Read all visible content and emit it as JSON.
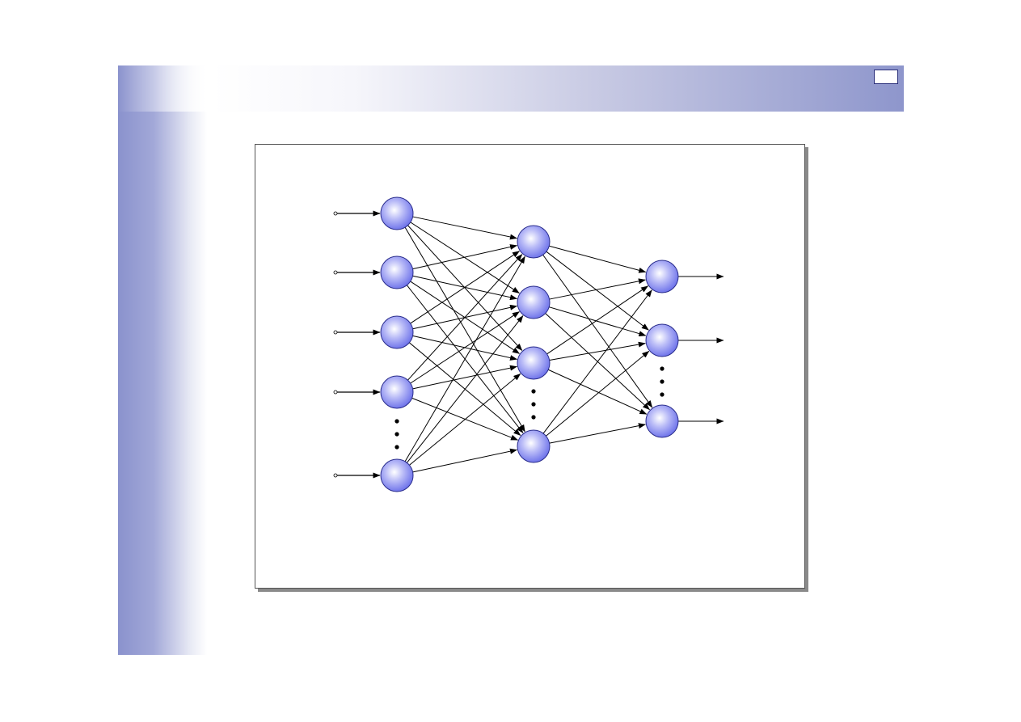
{
  "slide": {
    "page_number": ""
  },
  "network": {
    "layers": [
      {
        "role": "input",
        "visible_neurons": 5,
        "has_ellipsis": true
      },
      {
        "role": "hidden",
        "visible_neurons": 4,
        "has_ellipsis": true
      },
      {
        "role": "output",
        "visible_neurons": 3,
        "has_ellipsis": true
      }
    ],
    "connectivity": "fully-connected",
    "neuron_color": "#7b7ff0",
    "neuron_highlight": "#ffffff",
    "edge_color": "#000000"
  }
}
